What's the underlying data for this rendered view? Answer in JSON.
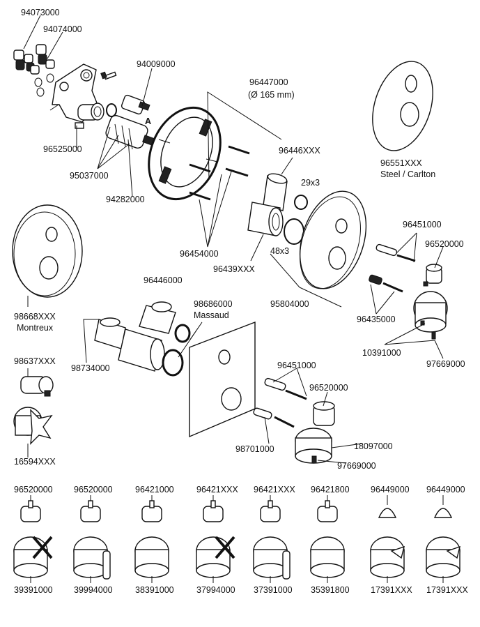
{
  "labels": {
    "p94073000": "94073000",
    "p94074000": "94074000",
    "p94009000": "94009000",
    "a_marker": "A",
    "p96525000": "96525000",
    "p95037000": "95037000",
    "p94282000": "94282000",
    "p96447000": "96447000",
    "p96447000_dim": "(Ø 165 mm)",
    "p96446xxx_top": "96446XXX",
    "o29x3": "29x3",
    "p96454000": "96454000",
    "p96439xxx": "96439XXX",
    "o48x3": "48x3",
    "p95804000": "95804000",
    "p96551xxx": "96551XXX",
    "steel_carlton": "Steel / Carlton",
    "p96451000_top": "96451000",
    "p96520000_top": "96520000",
    "p96435000": "96435000",
    "p10391000": "10391000",
    "p97669000_top": "97669000",
    "p98668xxx": "98668XXX",
    "montreux": "Montreux",
    "p96446000": "96446000",
    "p98686000": "98686000",
    "massaud": "Massaud",
    "p98734000": "98734000",
    "p98637xxx": "98637XXX",
    "p16594xxx": "16594XXX",
    "p96451000_mid": "96451000",
    "p96520000_mid": "96520000",
    "p98701000": "98701000",
    "p18097000": "18097000",
    "p97669000_mid": "97669000",
    "row_caps": [
      "96520000",
      "96520000",
      "96421000",
      "96421XXX",
      "96421XXX",
      "96421800",
      "96449000",
      "96449000"
    ],
    "row_handles": [
      "39391000",
      "39994000",
      "38391000",
      "37994000",
      "37391000",
      "35391800",
      "17391XXX",
      "17391XXX"
    ]
  }
}
